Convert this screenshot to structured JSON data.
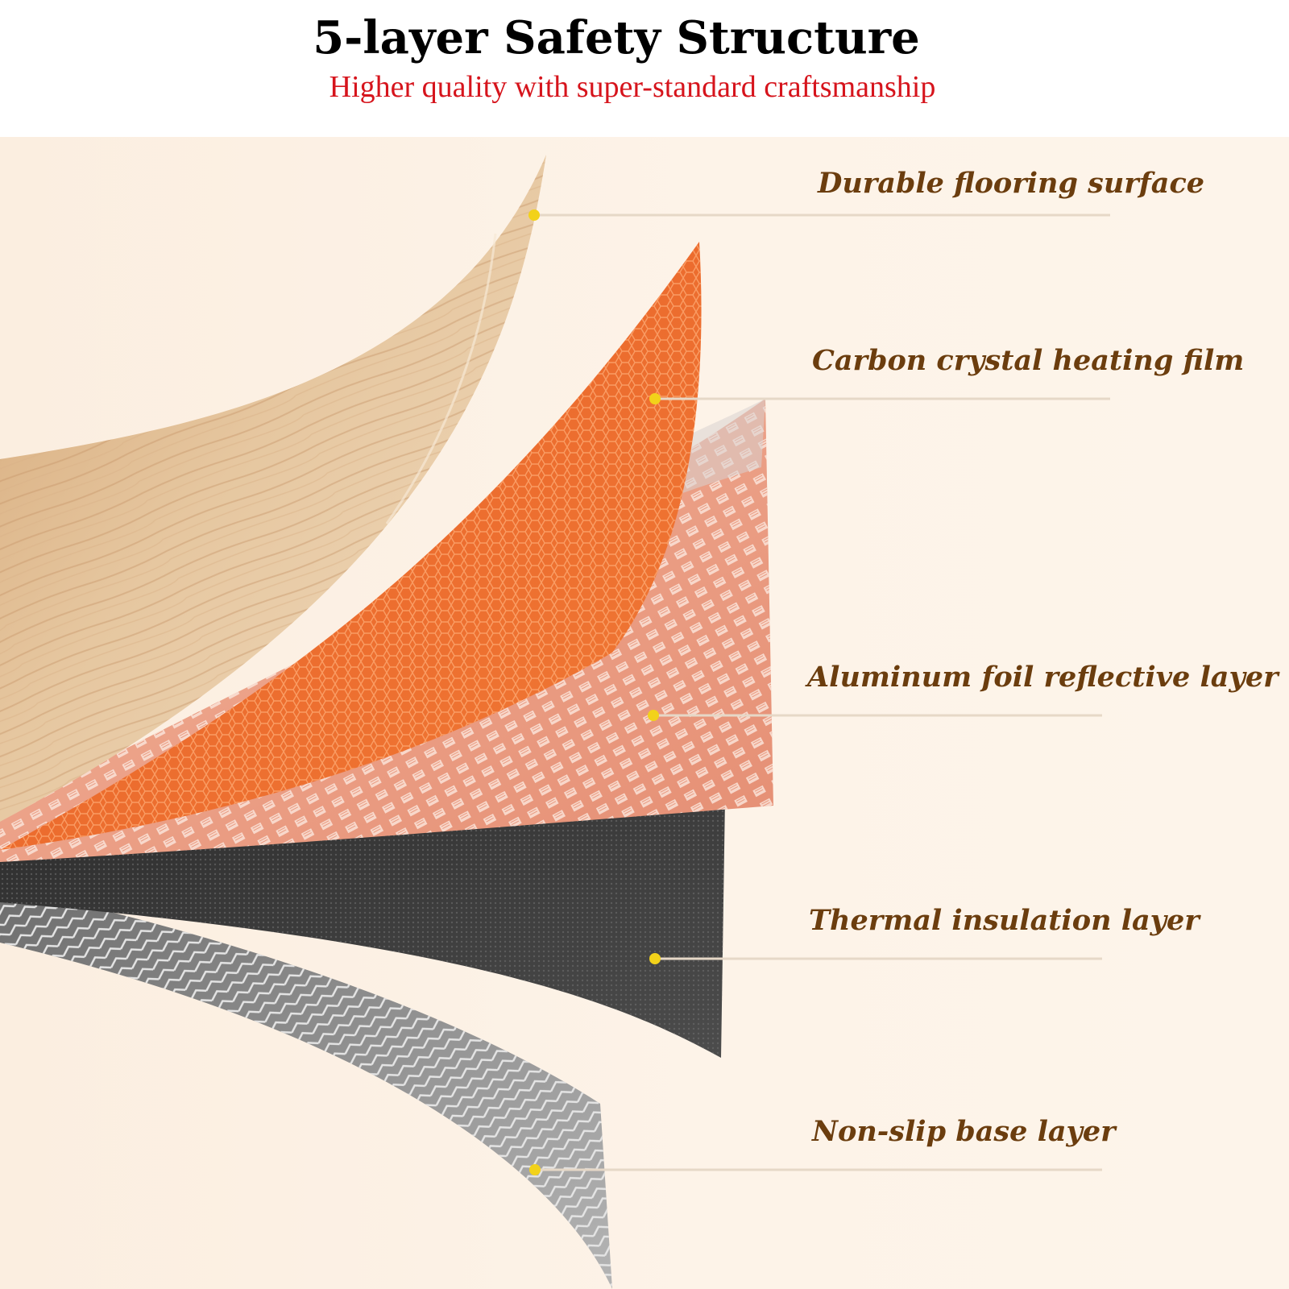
{
  "header": {
    "title": "5-layer Safety Structure",
    "subtitle": "Higher quality with super-standard craftsmanship"
  },
  "layers": [
    {
      "label": "Durable flooring surface"
    },
    {
      "label": "Carbon crystal heating film"
    },
    {
      "label": "Aluminum foil reflective layer"
    },
    {
      "label": "Thermal insulation layer"
    },
    {
      "label": "Non-slip base layer"
    }
  ],
  "colors": {
    "title": "#000000",
    "subtitle": "#d6141c",
    "label": "#6b3d0e",
    "background": "#fdf1e4",
    "marker": "#f2d21a",
    "leader_line": "#e6d8c7",
    "wood": "#e3c39d",
    "heating_film": "#e8642a",
    "foil": "#e9a790",
    "insulation": "#404040",
    "base": "#9c9c9c"
  }
}
